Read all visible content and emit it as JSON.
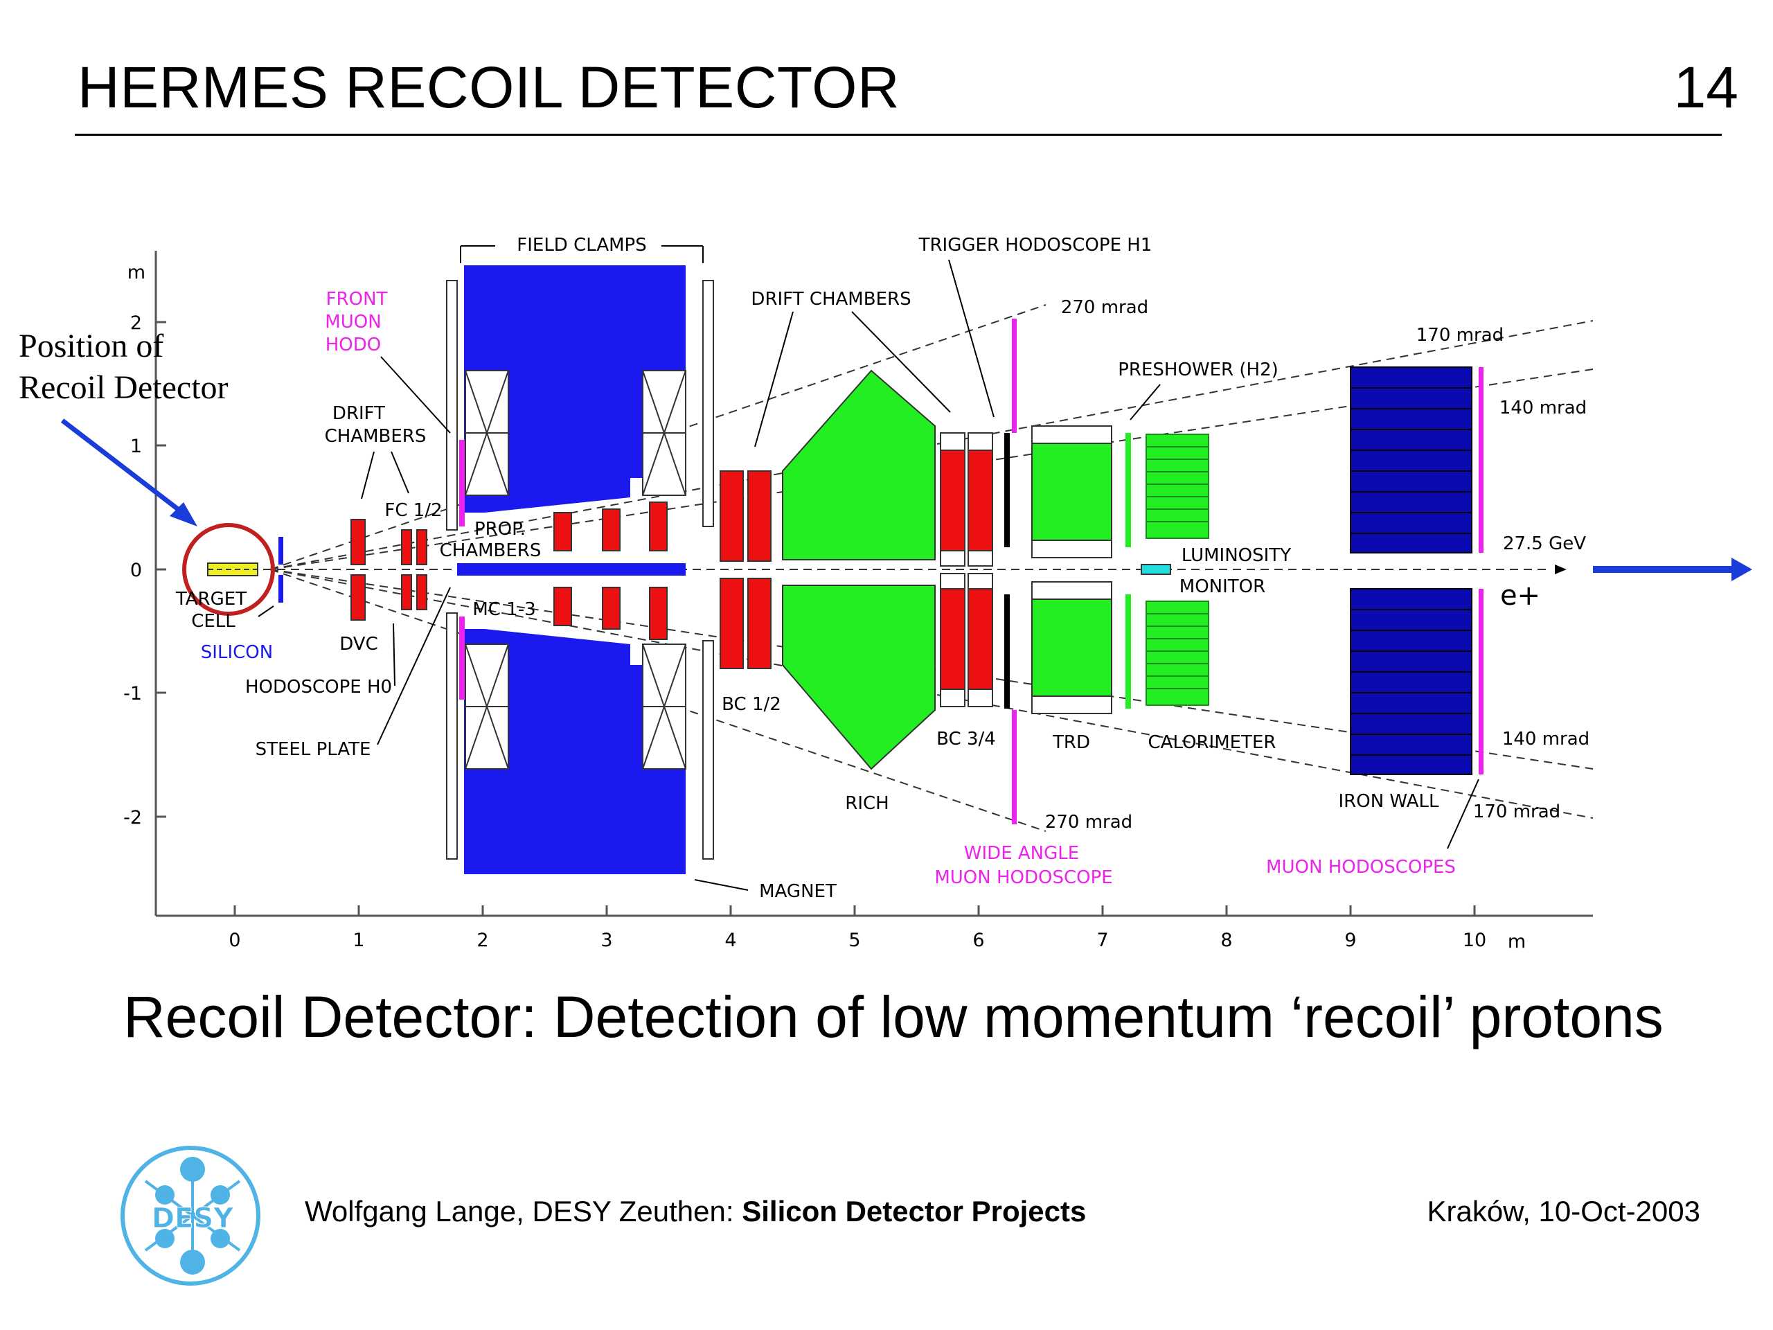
{
  "slide": {
    "title": "HERMES RECOIL DETECTOR",
    "number": "14",
    "caption": "Recoil Detector: Detection of low momentum ‘recoil’ protons",
    "footer": {
      "author": "Wolfgang Lange, DESY Zeuthen: ",
      "project": "Silicon Detector Projects",
      "place_date": "Kraków, 10-Oct-2003"
    },
    "logo_text": "DESY",
    "annotation_line1": "Position of",
    "annotation_line2": "Recoil Detector"
  },
  "diagram": {
    "x_axis": {
      "ticks": [
        "0",
        "1",
        "2",
        "3",
        "4",
        "5",
        "6",
        "7",
        "8",
        "9",
        "10"
      ],
      "unit": "m"
    },
    "y_axis": {
      "ticks": [
        "2",
        "1",
        "0",
        "-1",
        "-2"
      ],
      "unit": "m"
    },
    "labels": {
      "field_clamps": "FIELD CLAMPS",
      "trigger_hodoscope": "TRIGGER HODOSCOPE H1",
      "drift_chambers_top": "DRIFT CHAMBERS",
      "front_muon_1": "FRONT",
      "front_muon_2": "MUON",
      "front_muon_3": "HODO",
      "drift_chambers_1": "DRIFT",
      "drift_chambers_2": "CHAMBERS",
      "fc12": "FC 1/2",
      "prop_chambers_1": "PROP.",
      "prop_chambers_2": "CHAMBERS",
      "mc13": "MC 1-3",
      "target_cell_1": "TARGET",
      "target_cell_2": "CELL",
      "silicon": "SILICON",
      "dvc": "DVC",
      "hodoscope_h0": "HODOSCOPE H0",
      "steel_plate": "STEEL PLATE",
      "bc12": "BC 1/2",
      "rich": "RICH",
      "bc34": "BC 3/4",
      "trd": "TRD",
      "calorimeter": "CALORIMETER",
      "preshower": "PRESHOWER (H2)",
      "luminosity_1": "LUMINOSITY",
      "luminosity_2": "MONITOR",
      "iron_wall": "IRON WALL",
      "magnet": "MAGNET",
      "wide_angle_1": "WIDE ANGLE",
      "wide_angle_2": "MUON HODOSCOPE",
      "muon_hodoscopes": "MUON HODOSCOPES",
      "mrad_270_top": "270 mrad",
      "mrad_170_top": "170 mrad",
      "mrad_140_top": "140 mrad",
      "energy": "27.5 GeV",
      "beam": "e+",
      "mrad_140_bottom": "140 mrad",
      "mrad_170_bottom": "170 mrad",
      "mrad_270_bottom": "270 mrad"
    },
    "colors": {
      "magnet": "#1a1aee",
      "chambers": "#ee1111",
      "green": "#22ee22",
      "magenta": "#ee22ee",
      "iron": "#0a0ab0",
      "arrow": "#1a3cd8",
      "highlight": "#c02020"
    }
  }
}
